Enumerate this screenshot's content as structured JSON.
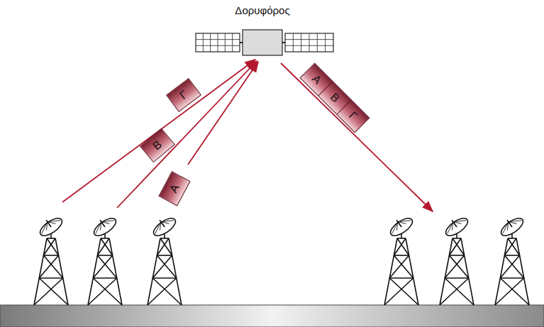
{
  "diagram": {
    "nodes": [
      {
        "text": [
          "Δορυφόρος"
        ]
      },
      {
        "text": [
          "Γ"
        ]
      },
      {
        "text": [
          "Β"
        ]
      },
      {
        "text": [
          "Α"
        ]
      },
      {
        "text": [
          "Α",
          "Β",
          "Γ"
        ]
      }
    ]
  }
}
